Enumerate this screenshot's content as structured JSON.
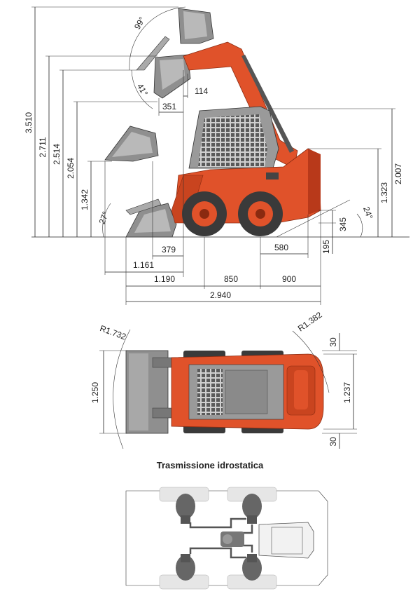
{
  "colors": {
    "body": "#e0522a",
    "body_dark": "#b8391a",
    "bucket": "#8f8f8f",
    "bucket_light": "#b9b9b9",
    "cab": "#9a9a9a",
    "tire": "#3a3a3a",
    "line": "#222222"
  },
  "side_view": {
    "heights": {
      "h3510": "3.510",
      "h2711": "2.711",
      "h2514": "2.514",
      "h2054": "2.054",
      "h1342": "1.342",
      "h2007": "2.007",
      "h1323": "1.323",
      "h345": "345",
      "h195": "195"
    },
    "angles": {
      "a99": "99°",
      "a41": "41°",
      "a27": "27°",
      "a24": "24°"
    },
    "reach": {
      "r114": "114",
      "r351": "351",
      "r379": "379",
      "r1161": "1.161",
      "r580": "580"
    },
    "lengths": {
      "l1190": "1.190",
      "l850": "850",
      "l900": "900",
      "l2940": "2.940"
    }
  },
  "top_view": {
    "radius_left": "R1.732",
    "radius_right": "R1.382",
    "width_bucket": "1.250",
    "width_machine": "1.237",
    "overhang_top": "30",
    "overhang_bottom": "30"
  },
  "transmission": {
    "title": "Trasmissione idrostatica"
  }
}
